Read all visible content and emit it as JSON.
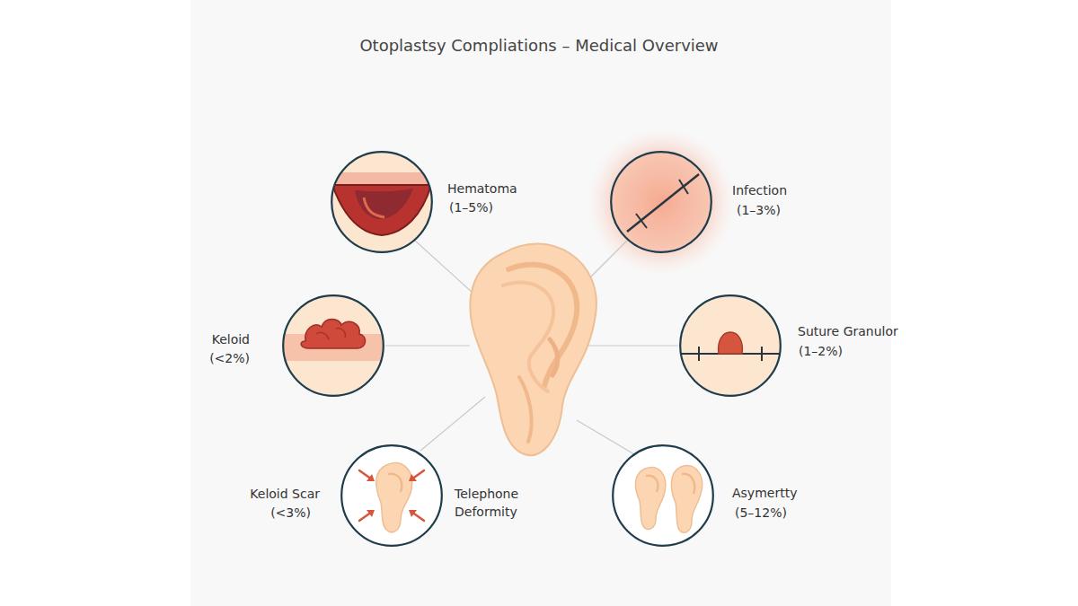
{
  "diagram": {
    "title": "Otoplastsy Compliations – Medical Overview",
    "nodes": [
      {
        "text": [
          "Hematoma",
          "(1–5%)"
        ]
      },
      {
        "text": [
          "Infection",
          "(1–3%)"
        ]
      },
      {
        "text": [
          "Keloid",
          "(<2%)"
        ]
      },
      {
        "text": [
          "Suture Granulor",
          "(1–2%)"
        ]
      },
      {
        "text": [
          "Keloid Scar",
          "(<3%)",
          "Telephone Deformity"
        ]
      },
      {
        "text": [
          "Asymertty",
          "(5–12%)"
        ]
      }
    ]
  }
}
